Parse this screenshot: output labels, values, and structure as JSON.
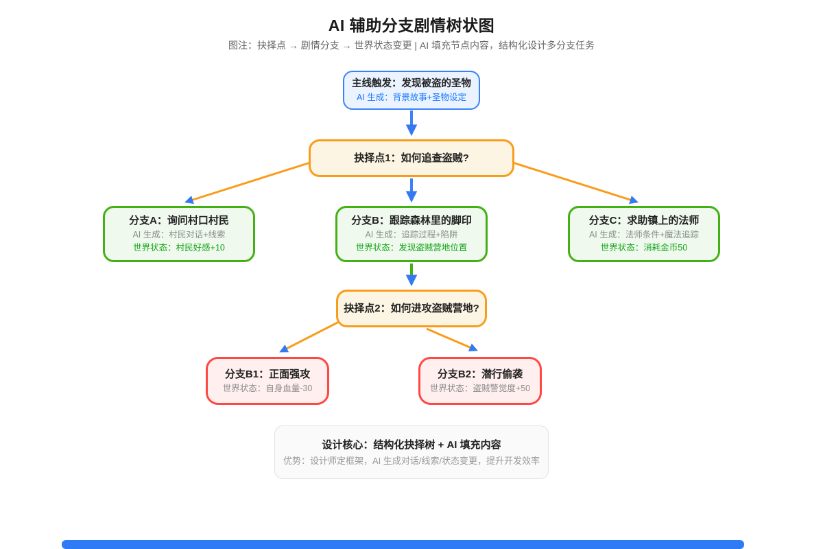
{
  "header": {
    "title": "AI 辅助分支剧情树状图",
    "subtitle": "图注：抉择点 → 剧情分支 → 世界状态变更 | AI 填充节点内容，结构化设计多分支任务"
  },
  "nodes": {
    "trigger": {
      "title": "主线触发：发现被盗的圣物",
      "ai": "AI 生成：背景故事+圣物设定"
    },
    "decision1": {
      "title": "抉择点1：如何追查盗贼?"
    },
    "branchA": {
      "title": "分支A：询问村口村民",
      "ai": "AI 生成：村民对话+线索",
      "state": "世界状态：村民好感+10"
    },
    "branchB": {
      "title": "分支B：跟踪森林里的脚印",
      "ai": "AI 生成：追踪过程+陷阱",
      "state": "世界状态：发现盗贼营地位置"
    },
    "branchC": {
      "title": "分支C：求助镇上的法师",
      "ai": "AI 生成：法师条件+魔法追踪",
      "state": "世界状态：消耗金币50"
    },
    "decision2": {
      "title": "抉择点2：如何进攻盗贼营地?"
    },
    "branchB1": {
      "title": "分支B1：正面强攻",
      "state": "世界状态：自身血量-30"
    },
    "branchB2": {
      "title": "分支B2：潜行偷袭",
      "state": "世界状态：盗贼警觉度+50"
    }
  },
  "note": {
    "title": "设计核心：结构化抉择树 + AI 填充内容",
    "subtitle": "优势：设计师定框架，AI 生成对话/线索/状态变更，提升开发效率"
  },
  "colors": {
    "trigger_border": "#3b82f6",
    "trigger_fill": "#eaf3ff",
    "decision_border": "#fa9c1b",
    "decision_fill": "#fdf5e3",
    "branch_border": "#43b114",
    "branch_fill": "#eff9ee",
    "risk_border": "#ff4743",
    "risk_fill": "#fff0ef",
    "ai_text_blue": "#1677ff",
    "state_text_green": "#12a315",
    "muted_text": "#8c8c8c",
    "arrow_line_orange": "#fa9c1b",
    "arrow_line_blue": "#3b82f6",
    "arrow_line_green": "#43b114",
    "arrowhead_blue": "#3579f0",
    "footer_bar_blue": "#2f7bf6"
  }
}
